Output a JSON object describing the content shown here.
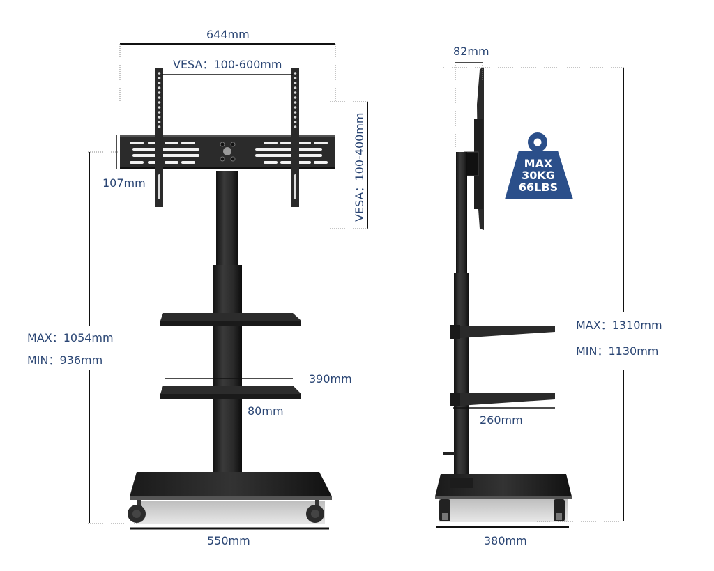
{
  "front_view": {
    "overall_width": "644mm",
    "vesa_horizontal": "VESA：100-600mm",
    "vesa_vertical": "VESA：100-400mm",
    "bracket_height": "107mm",
    "height_max": "MAX：1054mm",
    "height_min": "MIN：936mm",
    "shelf_width": "390mm",
    "shelf_gap": "80mm",
    "base_width": "550mm"
  },
  "side_view": {
    "mount_depth": "82mm",
    "height_max": "MAX：1310mm",
    "height_min": "MIN：1130mm",
    "shelf_depth": "260mm",
    "base_depth": "380mm"
  },
  "weight_badge": {
    "line1": "MAX",
    "line2": "30KG",
    "line3": "66LBS",
    "color": "#2b4f8a"
  }
}
